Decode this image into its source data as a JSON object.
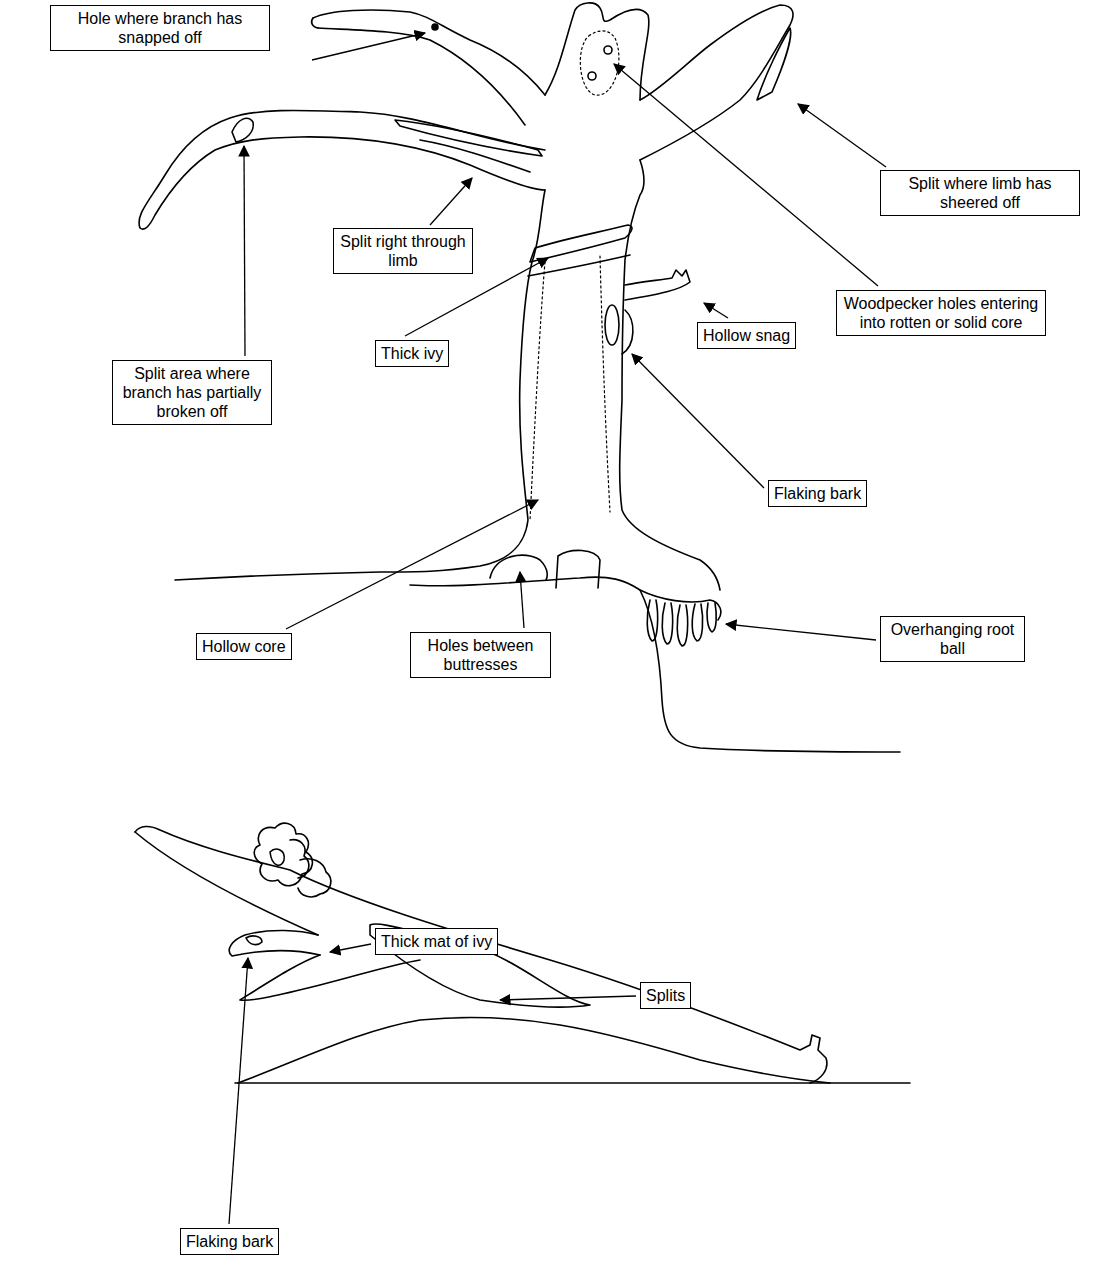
{
  "diagram": {
    "nodes": [
      {
        "text": [
          "Hole where branch has snapped off"
        ]
      },
      {
        "text": [
          "Split where limb has sheered off"
        ]
      },
      {
        "text": [
          "Split right through limb"
        ]
      },
      {
        "text": [
          "Woodpecker holes entering into rotten or solid core"
        ]
      },
      {
        "text": [
          "Hollow snag"
        ]
      },
      {
        "text": [
          "Thick ivy"
        ]
      },
      {
        "text": [
          "Split area where branch has partially broken off"
        ]
      },
      {
        "text": [
          "Flaking bark"
        ]
      },
      {
        "text": [
          "Hollow core"
        ]
      },
      {
        "text": [
          "Holes between buttresses"
        ]
      },
      {
        "text": [
          "Overhanging root ball"
        ]
      },
      {
        "text": [
          "Thick mat of ivy"
        ]
      },
      {
        "text": [
          "Splits"
        ]
      },
      {
        "text": [
          "Flaking bark"
        ]
      }
    ]
  }
}
